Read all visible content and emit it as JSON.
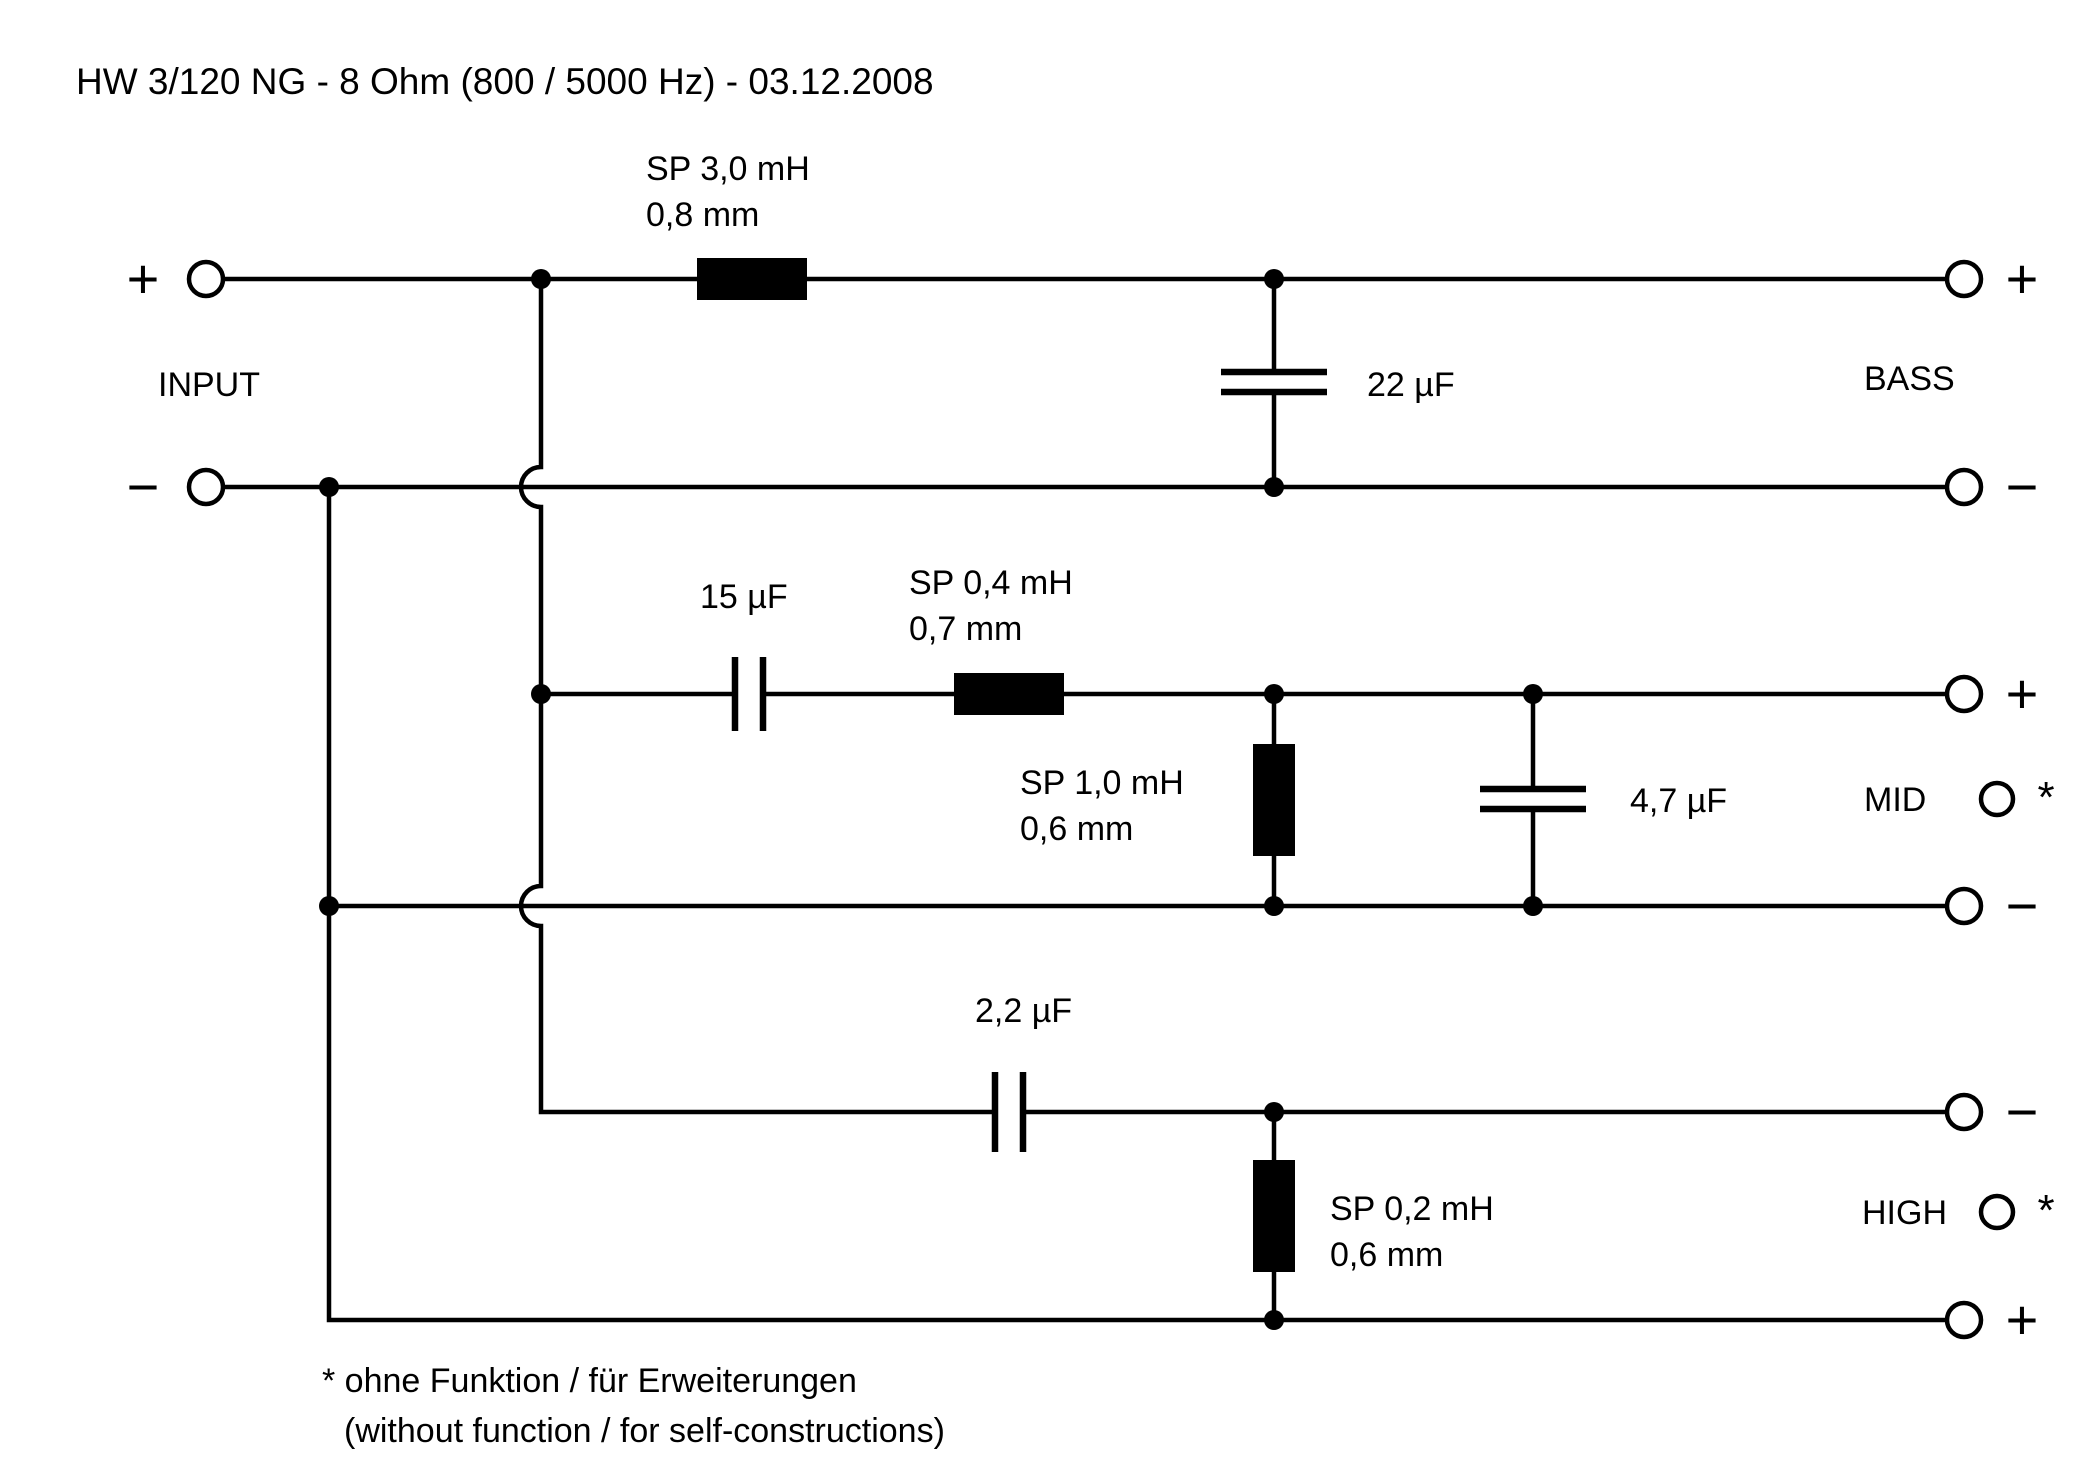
{
  "title": "HW 3/120 NG - 8 Ohm  (800 / 5000 Hz)  -  03.12.2008",
  "input": {
    "label": "INPUT",
    "plus_sign": "+",
    "minus_sign": "−"
  },
  "outputs": {
    "bass": {
      "label": "BASS",
      "plus_sign": "+",
      "minus_sign": "−"
    },
    "mid": {
      "label": "MID",
      "plus_sign": "+",
      "minus_sign": "−",
      "unused_mark": "*"
    },
    "high": {
      "label": "HIGH",
      "plus_sign": "+",
      "minus_sign": "−",
      "unused_mark": "*"
    }
  },
  "components": {
    "bass_series_inductor": {
      "value": "SP 3,0 mH",
      "wire": "0,8 mm"
    },
    "bass_shunt_capacitor": {
      "value": "22 µF"
    },
    "mid_series_capacitor": {
      "value": "15 µF"
    },
    "mid_series_inductor": {
      "value": "SP 0,4 mH",
      "wire": "0,7 mm"
    },
    "mid_shunt_inductor": {
      "value": "SP 1,0 mH",
      "wire": "0,6 mm"
    },
    "mid_shunt_capacitor": {
      "value": "4,7 µF"
    },
    "high_series_capacitor": {
      "value": "2,2 µF"
    },
    "high_shunt_inductor": {
      "value": "SP 0,2 mH",
      "wire": "0,6 mm"
    }
  },
  "footnote": {
    "line1": "* ohne Funktion / für Erweiterungen",
    "line2": "(without function / for self-constructions)"
  },
  "colors": {
    "line": "#000000",
    "background": "#ffffff"
  }
}
